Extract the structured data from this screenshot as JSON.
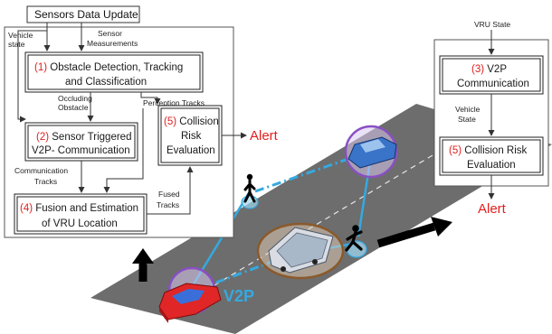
{
  "top_box": {
    "label": "Sensors Data Update"
  },
  "left_panel": {
    "labels": {
      "vehicle_state": [
        "Vehicle",
        "state"
      ],
      "sensor_measurements": [
        "Sensor",
        "Measurements"
      ],
      "occluding_obstacle": [
        "Occluding",
        "Obstacle"
      ],
      "perception_tracks": "Perception Tracks",
      "communication_tracks": [
        "Communication",
        "Tracks"
      ],
      "fused_tracks": [
        "Fused",
        "Tracks"
      ]
    },
    "boxes": {
      "obstacle_detection": {
        "num": "(1)",
        "line1": " Obstacle Detection, Tracking",
        "line2": "and Classification"
      },
      "sensor_triggered": {
        "num": "(2)",
        "line1": " Sensor Triggered",
        "line2": "V2P- Communication"
      },
      "collision_risk": {
        "num": "(5)",
        "line1": " Collision",
        "line2": "Risk",
        "line3": "Evaluation"
      },
      "fusion": {
        "num": "(4)",
        "line1": " Fusion and Estimation",
        "line2": "of VRU Location"
      }
    }
  },
  "right_panel": {
    "labels": {
      "vru_state": "VRU State",
      "vehicle_state": [
        "Vehicle",
        "State"
      ]
    },
    "boxes": {
      "v2p_comm": {
        "num": "(3)",
        "line1": " V2P",
        "line2": "Communication"
      },
      "collision_risk": {
        "num": "(5)",
        "line1": " Collision Risk",
        "line2": "Evaluation"
      }
    }
  },
  "alerts": {
    "left": "Alert",
    "right": "Alert"
  },
  "scene": {
    "v2p_label": "V2P"
  },
  "colors": {
    "alert_red": "#e02020",
    "v2p_blue": "#35a9e0",
    "road": "#6d6d6d",
    "purple_ring": "#8a4fc4",
    "brown_ring": "#8b5a2b"
  }
}
